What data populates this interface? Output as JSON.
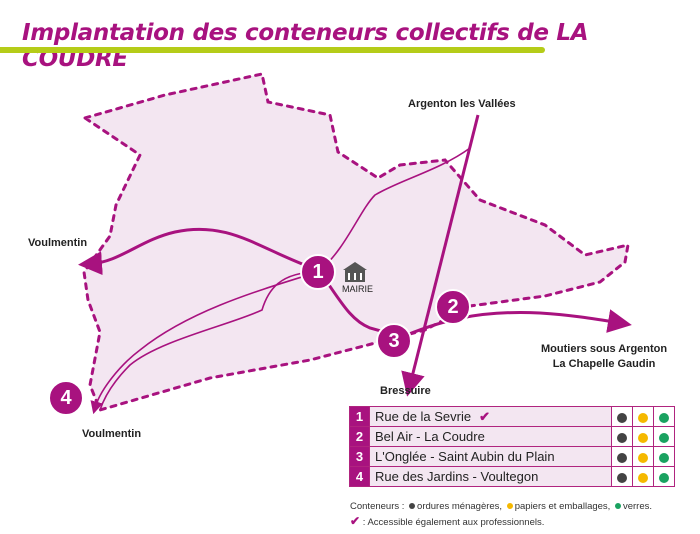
{
  "title": "Implantation des conteneurs collectifs de LA COUDRE",
  "colors": {
    "accent": "#a8127f",
    "underline": "#b5cc18",
    "zone": "#f3e6f1",
    "ordures": "#444444",
    "papiers": "#f5b800",
    "verres": "#1aa260"
  },
  "places": {
    "argenton": "Argenton les Vallées",
    "voulmentin_top": "Voulmentin",
    "voulmentin_bottom": "Voulmentin",
    "moutiers_line1": "Moutiers sous Argenton",
    "moutiers_line2": "La Chapelle Gaudin",
    "bressuire": "Bressuire",
    "mairie": "MAIRIE"
  },
  "markers": [
    "1",
    "2",
    "3",
    "4"
  ],
  "sites": [
    {
      "num": "1",
      "name": "Rue de la Sevrie",
      "pro": true
    },
    {
      "num": "2",
      "name": "Bel Air - La Coudre",
      "pro": false
    },
    {
      "num": "3",
      "name": "L'Onglée - Saint Aubin du Plain",
      "pro": false
    },
    {
      "num": "4",
      "name": "Rue des Jardins - Voultegon",
      "pro": false
    }
  ],
  "check_mark": "✔",
  "legend": {
    "prefix": "Conteneurs :",
    "ordures": "ordures ménagères,",
    "papiers": "papiers et emballages,",
    "verres": "verres.",
    "pro_note": ": Accessible également aux professionnels."
  }
}
